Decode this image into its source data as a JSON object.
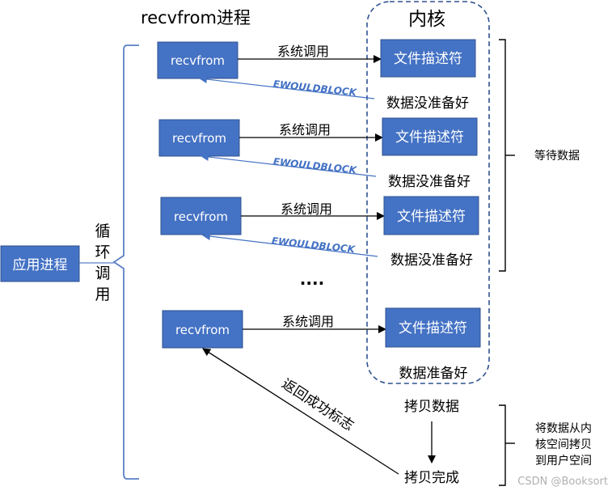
{
  "title": "recvfrom进程",
  "kernel_label": "内核",
  "app_process_label": "应用进程",
  "loop_call_label": [
    "循",
    "环",
    "调",
    "用"
  ],
  "rows": [
    {
      "recvfrom_label": "recvfrom",
      "syscall_label": "系统调用",
      "fd_label": "文件描述符",
      "return_label": "EWOULDBLOCK",
      "status_label": "数据没准备好"
    },
    {
      "recvfrom_label": "recvfrom",
      "syscall_label": "系统调用",
      "fd_label": "文件描述符",
      "return_label": "EWOULDBLOCK",
      "status_label": "数据没准备好"
    },
    {
      "recvfrom_label": "recvfrom",
      "syscall_label": "系统调用",
      "fd_label": "文件描述符",
      "return_label": "EWOULDBLOCK",
      "status_label": "数据没准备好"
    }
  ],
  "ellipsis": "....",
  "final_row": {
    "recvfrom_label": "recvfrom",
    "syscall_label": "系统调用",
    "fd_label": "文件描述符",
    "status_label": "数据准备好"
  },
  "wait_data_label": "等待数据",
  "copy_data_label": "拷贝数据",
  "copy_done_label": "拷贝完成",
  "return_success_label": "返回成功标志",
  "copy_note_lines": [
    "将数据从内",
    "核空间拷贝",
    "到用户空间"
  ],
  "watermark": "CSDN @Booksort",
  "colors": {
    "box_fill": "#4472C4",
    "box_border": "#2F528F",
    "accent": "#4472C4",
    "line": "#000000",
    "bracket": "#5B7FC7"
  }
}
